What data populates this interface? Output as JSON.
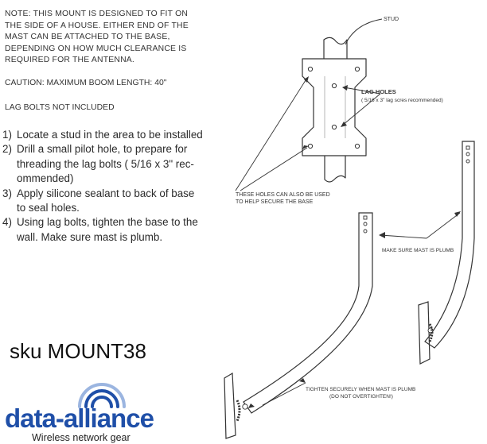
{
  "note": {
    "lines": [
      "NOTE:  THIS MOUNT IS DESIGNED TO FIT ON",
      "THE SIDE OF A HOUSE. EITHER END OF THE",
      "MAST CAN BE ATTACHED TO THE BASE,",
      "DEPENDING ON HOW MUCH CLEARANCE IS",
      "REQUIRED  FOR THE ANTENNA."
    ]
  },
  "caution": "CAUTION:  MAXIMUM BOOM LENGTH:  40\"",
  "lag_bolts_note": "LAG BOLTS  NOT  INCLUDED",
  "steps": [
    {
      "num": "1)",
      "lines": [
        "Locate a stud in the area to be installed"
      ]
    },
    {
      "num": "2)",
      "lines": [
        "Drill  a small pilot hole,  to  prepare for",
        "threading  the lag  bolts  ( 5/16 x 3\" rec-",
        "ommended)"
      ]
    },
    {
      "num": "3)",
      "lines": [
        "Apply  silicone sealant  to back of base",
        "to seal  holes."
      ]
    },
    {
      "num": "4)",
      "lines": [
        "Using lag bolts, tighten  the base to the",
        "wall.  Make  sure mast  is plumb."
      ]
    }
  ],
  "sku": "sku MOUNT38",
  "brand": {
    "name": "data-alliance",
    "tagline": "Wireless network gear",
    "primary_color": "#1f4fa8"
  },
  "diagram": {
    "stud_label": "STUD",
    "lag_holes_label": "LAG HOLES",
    "lag_holes_sub": "( 5/16 x 3\" lag  scres  recommended)",
    "secure_holes_line1": "THESE HOLES CAN ALSO BE USED",
    "secure_holes_line2": "TO HELP SECURE THE BASE",
    "plumb_label": "MAKE SURE MAST IS PLUMB",
    "tighten_line1": "TIGHTEN SECURELY WHEN MAST IS PLUMB",
    "tighten_line2": "(DO NOT OVERTIGHTEN!)"
  }
}
